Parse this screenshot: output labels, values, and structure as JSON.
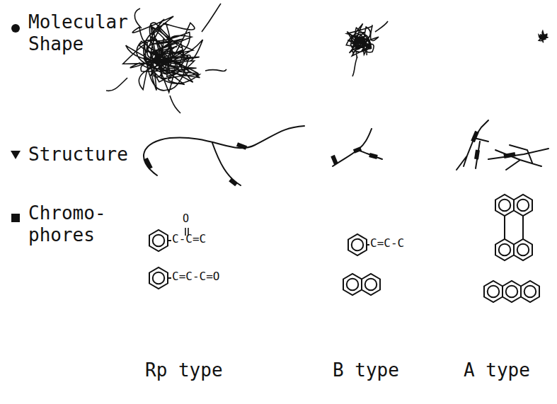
{
  "diagram": {
    "labels": [
      "Molecular Shape",
      "Structure",
      "Chromo- phores",
      "O",
      "C-C=C",
      "C=C-C=O",
      "C=C-C",
      "Rp type",
      "B type",
      "A type"
    ]
  }
}
